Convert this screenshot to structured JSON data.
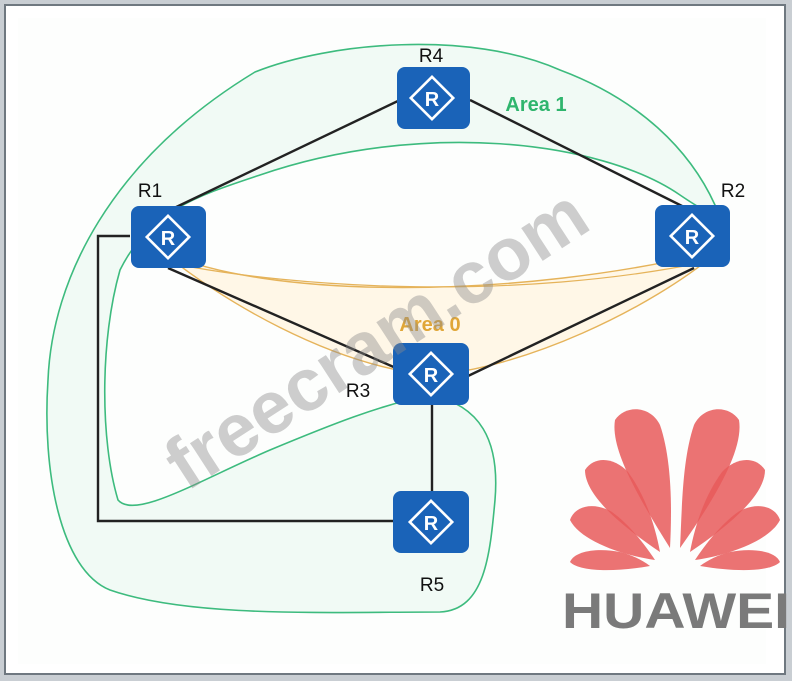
{
  "routers": {
    "r1": {
      "name": "R1"
    },
    "r2": {
      "name": "R2"
    },
    "r3": {
      "name": "R3"
    },
    "r4": {
      "name": "R4"
    },
    "r5": {
      "name": "R5"
    }
  },
  "areas": {
    "area1": {
      "label": "Area 1",
      "color": "#2fb56d"
    },
    "area0": {
      "label": "Area 0",
      "color": "#e0a637"
    }
  },
  "router_icon": {
    "glyph": "R",
    "icon": "router-icon",
    "color": "#1a63b8"
  },
  "links": [
    [
      "R1",
      "R4"
    ],
    [
      "R4",
      "R2"
    ],
    [
      "R1",
      "R3"
    ],
    [
      "R2",
      "R3"
    ],
    [
      "R3",
      "R5"
    ],
    [
      "R1",
      "R5"
    ]
  ],
  "watermark": {
    "text": "freecram.com"
  },
  "brand": {
    "text": "HUAWEI",
    "logo_color": "#e85b5b",
    "text_color": "#7a7a7a"
  }
}
